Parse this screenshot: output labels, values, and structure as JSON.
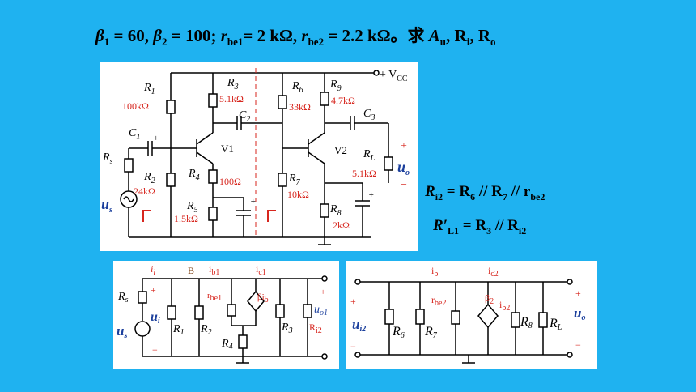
{
  "title": {
    "beta1": "β",
    "beta1_sub": "1",
    "beta1_val": " = 60, ",
    "beta2": "β",
    "beta2_sub": "2",
    "beta2_val": " = 100; ",
    "rbe1": "r",
    "rbe1_sub": "be1",
    "rbe1_val": "= 2 kΩ, ",
    "rbe2": "r",
    "rbe2_sub": "be2",
    "rbe2_val": " = 2.2 kΩ。求 ",
    "Au": "A",
    "Au_sub": "u",
    "Ri": ", R",
    "Ri_sub": "i",
    "Ro": ", R",
    "Ro_sub": "o"
  },
  "formula1": {
    "lhs": "R",
    "lhs_sub": "i2",
    "eq": " = R",
    "r6_sub": "6",
    "p1": " // R",
    "r7_sub": "7",
    "p2": " // r",
    "rbe_sub": "be2"
  },
  "formula2": {
    "lhs": "R′",
    "lhs_sub": "L1",
    "eq": " = R",
    "r3_sub": "3",
    "p1": " // R",
    "ri_sub": "i2"
  },
  "circuit": {
    "vcc": "+ V",
    "vcc_sub": "CC",
    "R1": "R",
    "R1_sub": "1",
    "R1_val": "100kΩ",
    "R2": "R",
    "R2_sub": "2",
    "R2_val": "24kΩ",
    "R3": "R",
    "R3_sub": "3",
    "R3_val": "5.1kΩ",
    "R4": "R",
    "R4_sub": "4",
    "R4_val": "100Ω",
    "R5": "R",
    "R5_sub": "5",
    "R5_val": "1.5kΩ",
    "R6": "R",
    "R6_sub": "6",
    "R6_val": "33kΩ",
    "R7": "R",
    "R7_sub": "7",
    "R7_val": "10kΩ",
    "R8": "R",
    "R8_sub": "8",
    "R8_val": "2kΩ",
    "R9": "R",
    "R9_sub": "9",
    "R9_val": "4.7kΩ",
    "RL": "R",
    "RL_sub": "L",
    "RL_val": "5.1kΩ",
    "Rs": "R",
    "Rs_sub": "s",
    "C1": "C",
    "C1_sub": "1",
    "C2": "C",
    "C2_sub": "2",
    "C3": "C",
    "C3_sub": "3",
    "V1": "V1",
    "V2": "V2",
    "us": "u",
    "us_sub": "s",
    "uo": "u",
    "uo_sub": "o",
    "plus": "+",
    "minus": "−"
  },
  "eq1": {
    "ii": "i",
    "ii_sub": "i",
    "B": "B",
    "ib1": "i",
    "ib1_sub": "b1",
    "ic1": "i",
    "ic1_sub": "c1",
    "Rs": "R",
    "Rs_sub": "s",
    "ui": "u",
    "ui_sub": "i",
    "us": "u",
    "us_sub": "s",
    "R1": "R",
    "R1_sub": "1",
    "R2": "R",
    "R2_sub": "2",
    "rbe1": "r",
    "rbe1_sub": "be1",
    "bib": "βi",
    "bib_sub": "b",
    "R3": "R",
    "R3_sub": "3",
    "R4": "R",
    "R4_sub": "4",
    "uo1": "u",
    "uo1_sub": "o1",
    "Ri2": "R",
    "Ri2_sub": "i2",
    "plus": "+",
    "minus": "−"
  },
  "eq2": {
    "ib": "i",
    "ib_sub": "b",
    "ic2": "i",
    "ic2_sub": "c2",
    "ui2": "u",
    "ui2_sub": "i2",
    "R6": "R",
    "R6_sub": "6",
    "R7": "R",
    "R7_sub": "7",
    "rbe2": "r",
    "rbe2_sub": "be2",
    "bib2": "β",
    "bib2_sub": "2",
    "ib2": "i",
    "ib2_sub": "b2",
    "R8": "R",
    "R8_sub": "8",
    "RL": "R",
    "RL_sub": "L",
    "uo": "u",
    "uo_sub": "o",
    "plus": "+",
    "minus": "−"
  }
}
